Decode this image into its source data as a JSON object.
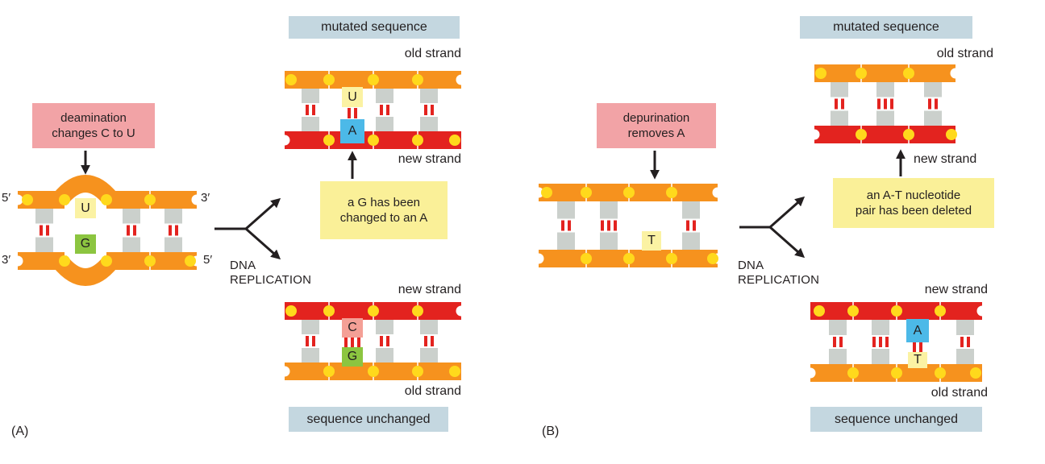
{
  "colors": {
    "orange": "#F6921E",
    "red": "#E3231F",
    "yellow": "#FFD91C",
    "gray": "#CBD0CC",
    "pink_box": "#F2A3A6",
    "blue_box": "#C4D7E0",
    "yellow_box": "#FAF098",
    "base_yellow": "#FBF2A3",
    "base_green": "#8CC540",
    "base_blue": "#4CB9E8",
    "base_salmon": "#F4A096",
    "text": "#231F20"
  },
  "panel_a": {
    "label": "(A)",
    "cause_box": {
      "line1": "deamination",
      "line2": "changes C to U"
    },
    "replication_label": {
      "line1": "DNA",
      "line2": "REPLICATION"
    },
    "source_dna": {
      "top_left_prime": "5′",
      "bottom_left_prime": "3′",
      "top_right_prime": "3′",
      "bottom_right_prime": "5′",
      "mutated_base": "U",
      "template_base": "G"
    },
    "mutated_outcome": {
      "header": "mutated sequence",
      "old_strand": "old strand",
      "new_strand": "new strand",
      "top_base": "U",
      "bottom_base": "A",
      "callout": {
        "line1": "a G has been",
        "line2": "changed to an A"
      }
    },
    "unchanged_outcome": {
      "header": "sequence unchanged",
      "new_strand": "new strand",
      "old_strand": "old strand",
      "top_base": "C",
      "bottom_base": "G"
    }
  },
  "panel_b": {
    "label": "(B)",
    "cause_box": {
      "line1": "depurination",
      "line2": "removes A"
    },
    "replication_label": {
      "line1": "DNA",
      "line2": "REPLICATION"
    },
    "source_dna": {
      "orphan_base": "T"
    },
    "mutated_outcome": {
      "header": "mutated sequence",
      "old_strand": "old strand",
      "new_strand": "new strand",
      "callout": {
        "line1": "an A-T nucleotide",
        "line2": "pair has been deleted"
      }
    },
    "unchanged_outcome": {
      "header": "sequence unchanged",
      "new_strand": "new strand",
      "old_strand": "old strand",
      "top_base": "A",
      "bottom_base": "T"
    }
  }
}
